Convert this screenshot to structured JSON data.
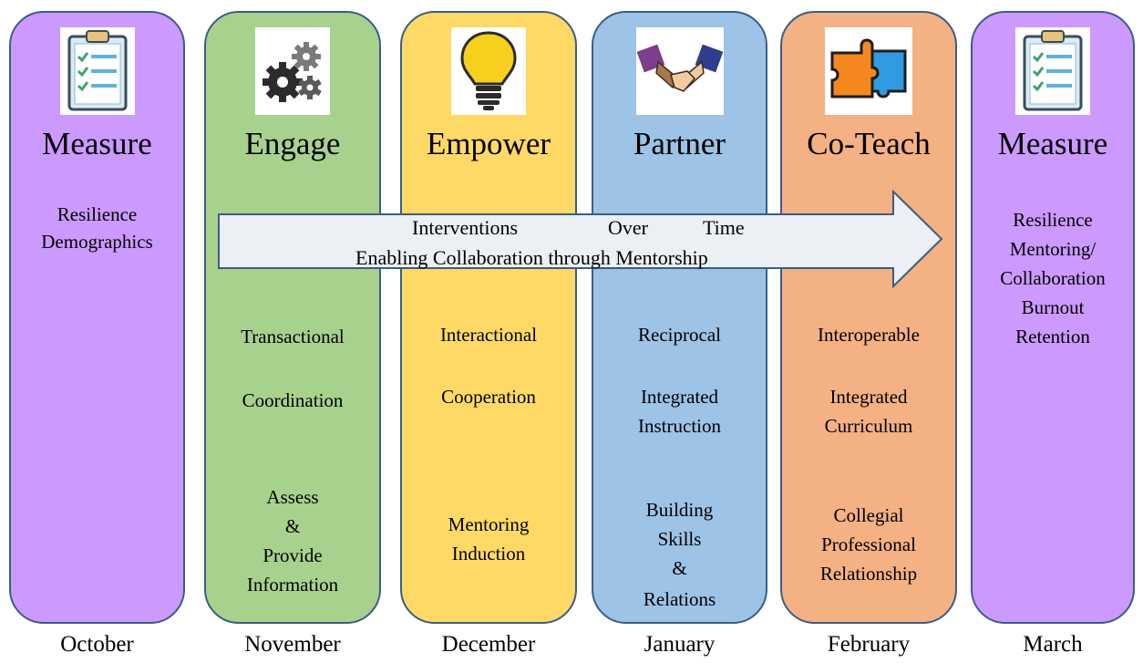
{
  "colors": {
    "outline": "#3a5d86",
    "measure": "#cc99ff",
    "engage": "#a9d18e",
    "empower": "#ffd966",
    "partner": "#9dc3e6",
    "coteach": "#f4b183",
    "arrow_fill": "#eceff3"
  },
  "arrow": {
    "line1": [
      "Interventions",
      "Over",
      "Time"
    ],
    "line2": "Enabling Collaboration through Mentorship"
  },
  "columns": [
    {
      "title": "Measure",
      "icon": "clipboard-checklist-icon",
      "color": "#cc99ff",
      "upper_text": [
        "Resilience",
        "Demographics"
      ],
      "blocks": []
    },
    {
      "title": "Engage",
      "icon": "gears-icon",
      "color": "#a9d18e",
      "upper_text": [],
      "blocks": [
        [
          "Transactional"
        ],
        [
          "Coordination"
        ],
        [
          "Assess",
          "&",
          "Provide",
          "Information"
        ]
      ]
    },
    {
      "title": "Empower",
      "icon": "lightbulb-icon",
      "color": "#ffd966",
      "upper_text": [],
      "blocks": [
        [
          "Interactional"
        ],
        [
          "Cooperation"
        ],
        [
          "Mentoring",
          "Induction"
        ]
      ]
    },
    {
      "title": "Partner",
      "icon": "handshake-icon",
      "color": "#9dc3e6",
      "upper_text": [],
      "blocks": [
        [
          "Reciprocal"
        ],
        [
          "Integrated",
          "Instruction"
        ],
        [
          "Building",
          "Skills",
          "&",
          "Relations"
        ]
      ]
    },
    {
      "title": "Co-Teach",
      "icon": "puzzle-pieces-icon",
      "color": "#f4b183",
      "upper_text": [],
      "blocks": [
        [
          "Interoperable"
        ],
        [
          "Integrated",
          "Curriculum"
        ],
        [
          "Collegial",
          "Professional",
          "Relationship"
        ]
      ]
    },
    {
      "title": "Measure",
      "icon": "clipboard-checklist-icon",
      "color": "#cc99ff",
      "upper_text": [
        "Resilience",
        "Mentoring/",
        "Collaboration",
        "Burnout",
        "Retention"
      ],
      "blocks": []
    }
  ],
  "months": [
    "October",
    "November",
    "December",
    "January",
    "February",
    "March"
  ]
}
